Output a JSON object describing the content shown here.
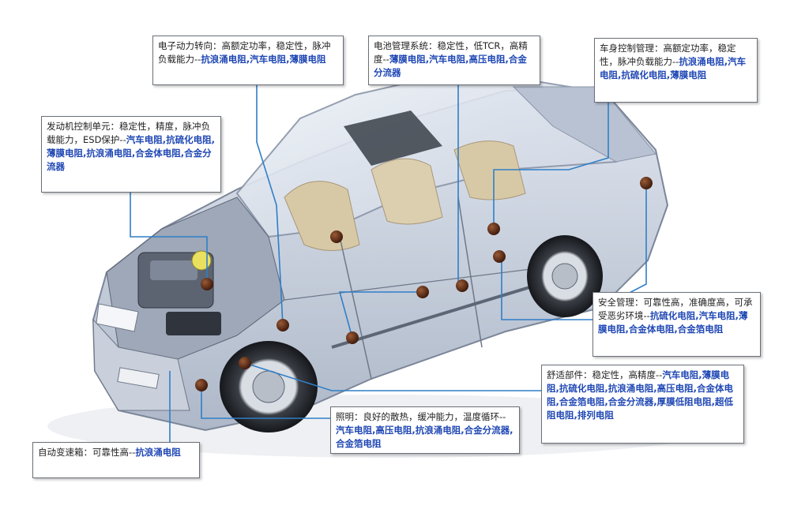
{
  "callouts": {
    "steering": {
      "normal": "电子动力转向：高额定功率，稳定性，脉冲负载能力--",
      "highlight": "抗浪涌电阻,汽车电阻,薄膜电阻"
    },
    "battery": {
      "normal": "电池管理系统：稳定性，低TCR，高精度--",
      "highlight": "薄膜电阻,汽车电阻,高压电阻,合金分流器"
    },
    "body_control": {
      "normal": "车身控制管理：高额定功率，稳定性，脉冲负载能力--",
      "highlight": "抗浪涌电阻,汽车电阻,抗硫化电阻,薄膜电阻"
    },
    "engine": {
      "normal": "发动机控制单元：稳定性，精度，脉冲负载能力，ESD保护--",
      "highlight": "汽车电阻,抗硫化电阻,薄膜电阻,抗浪涌电阻,合金体电阻,合金分流器"
    },
    "safety": {
      "normal": "安全管理：可靠性高，准确度高，可承受恶劣环境--",
      "highlight": "抗硫化电阻,汽车电阻,薄膜电阻,合金体电阻,合金箔电阻"
    },
    "comfort": {
      "normal": "舒适部件：稳定性，高精度--",
      "highlight": "汽车电阻,薄膜电阻,抗硫化电阻,抗浪涌电阻,高压电阻,合金体电阻,合金箔电阻,合金分流器,厚膜低阻电阻,超低阻电阻,排列电阻"
    },
    "lighting": {
      "normal": "照明：良好的散热，缓冲能力，温度循环--",
      "highlight": "汽车电阻,高压电阻,抗浪涌电阻,合金分流器,合金箔电阻"
    },
    "transmission": {
      "normal": "自动变速箱：可靠性高--",
      "highlight": "抗浪涌电阻"
    }
  },
  "colors": {
    "accent": "#1f47b4",
    "leader": "#2f7fc8",
    "dot": "#5a2a16",
    "box_border": "#6a6f78"
  }
}
